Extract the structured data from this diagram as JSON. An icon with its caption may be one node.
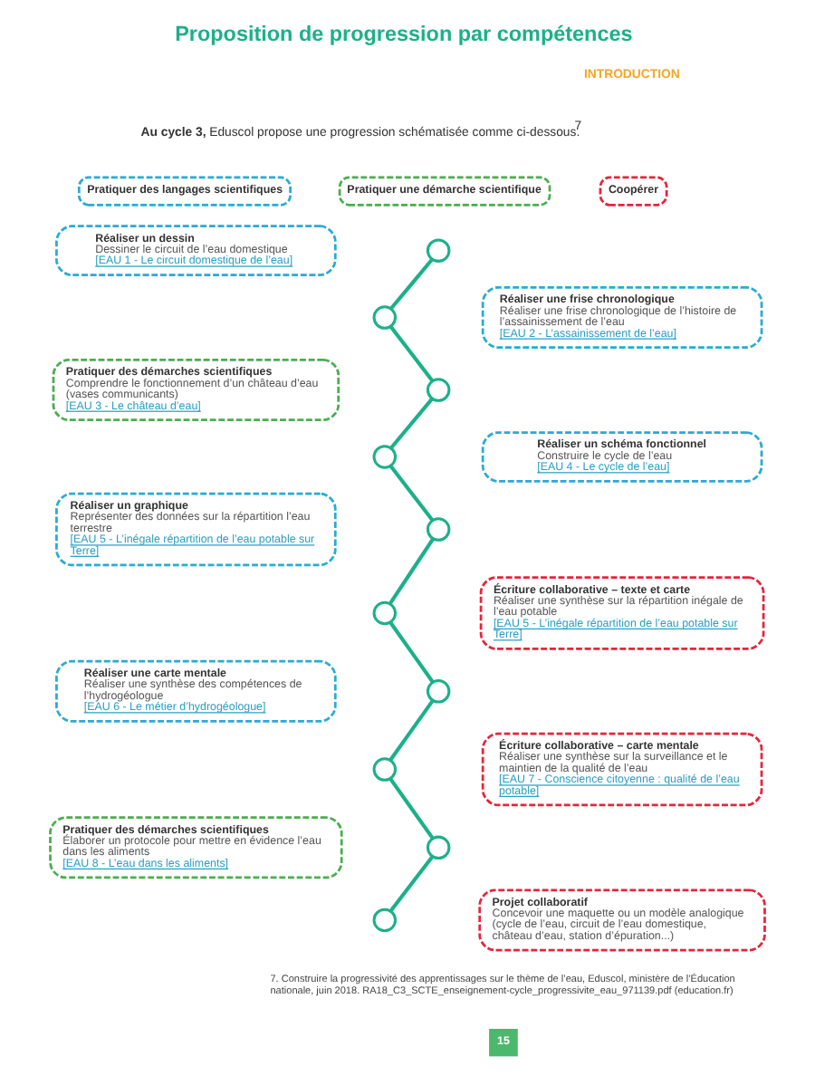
{
  "diagram": {
    "title": "Proposition de progression par compétences",
    "nodes": [
      {
        "text": [
          "Réaliser un dessin",
          "Dessiner le circuit de l’eau domestique",
          "[EAU 1 - Le circuit domestique de l’eau]"
        ]
      },
      {
        "text": [
          "Réaliser une frise chronologique",
          "Réaliser une frise chronologique de l’histoire de l’assainissement de l’eau",
          "[EAU 2 - L’assainissement de l’eau]"
        ]
      },
      {
        "text": [
          "Pratiquer des démarches scientifiques",
          "Comprendre le fonctionnement d’un château d’eau (vases communicants)",
          "[EAU 3 - Le château d’eau]"
        ]
      },
      {
        "text": [
          "Réaliser un schéma fonctionnel",
          "Construire le cycle de l’eau",
          "[EAU 4 - Le cycle de l’eau]"
        ]
      },
      {
        "text": [
          "Réaliser un graphique",
          "Représenter des données sur la répartition l’eau terrestre",
          "[EAU 5 - L’inégale répartition de l’eau potable sur Terre]"
        ]
      },
      {
        "text": [
          "Écriture collaborative – texte et carte",
          "Réaliser une synthèse sur la répartition inégale de l’eau potable",
          "[EAU 5 - L’inégale répartition de l’eau potable sur Terre]"
        ]
      },
      {
        "text": [
          "Réaliser une carte mentale",
          "Réaliser une synthèse des compétences de l’hydrogéologue",
          "[EAU 6 - Le métier d’hydrogéologue]"
        ]
      },
      {
        "text": [
          "Écriture collaborative – carte mentale",
          "Réaliser une synthèse sur la surveillance et le maintien de la qualité de l’eau",
          "[EAU 7 - Conscience citoyenne : qualité de l’eau potable]"
        ]
      },
      {
        "text": [
          "Pratiquer des démarches scientifiques",
          "Élaborer un protocole pour mettre en évidence l’eau dans les aliments",
          "[EAU 8 - L’eau dans les aliments]"
        ]
      },
      {
        "text": [
          "Projet collaboratif",
          "Concevoir une maquette ou un modèle analogique (cycle de l’eau, circuit de l’eau domestique, château d’eau, station d’épuration...)"
        ]
      },
      {
        "text": [],
        "shape": "circle"
      },
      {
        "text": [],
        "shape": "circle"
      },
      {
        "text": [],
        "shape": "circle"
      },
      {
        "text": [],
        "shape": "circle"
      },
      {
        "text": [],
        "shape": "circle"
      },
      {
        "text": [],
        "shape": "circle"
      },
      {
        "text": [],
        "shape": "circle"
      },
      {
        "text": [],
        "shape": "circle"
      },
      {
        "text": [],
        "shape": "circle"
      },
      {
        "text": [],
        "shape": "circle"
      }
    ],
    "edges": [
      {
        "from": 10,
        "to": 11,
        "arrow": "none"
      },
      {
        "from": 11,
        "to": 12,
        "arrow": "none"
      },
      {
        "from": 12,
        "to": 13,
        "arrow": "none"
      },
      {
        "from": 13,
        "to": 14,
        "arrow": "none"
      },
      {
        "from": 14,
        "to": 15,
        "arrow": "none"
      },
      {
        "from": 15,
        "to": 16,
        "arrow": "none"
      },
      {
        "from": 16,
        "to": 17,
        "arrow": "none"
      },
      {
        "from": 17,
        "to": 18,
        "arrow": "none"
      },
      {
        "from": 18,
        "to": 19,
        "arrow": "none"
      }
    ],
    "labels": [
      "INTRODUCTION",
      "**Au cycle 3,** Eduscol propose une progression schématisée comme ci-dessous.$^{7}$",
      "7. Construire la progressivité des apprentissages sur le thème de l’eau, Eduscol, ministère de l’Éducation nationale, juin 2018. RA18_C3_SCTE_enseignement-cycle_progressivite_eau_971139.pdf (education.fr)",
      "15"
    ],
    "legend": [
      {
        "text": "Pratiquer des langages scientifiques",
        "color": "#29abd4"
      },
      {
        "text": "Pratiquer une démarche scientifique",
        "color": "#4aae4f"
      },
      {
        "text": "Coopérer",
        "color": "#e3263c"
      }
    ]
  }
}
